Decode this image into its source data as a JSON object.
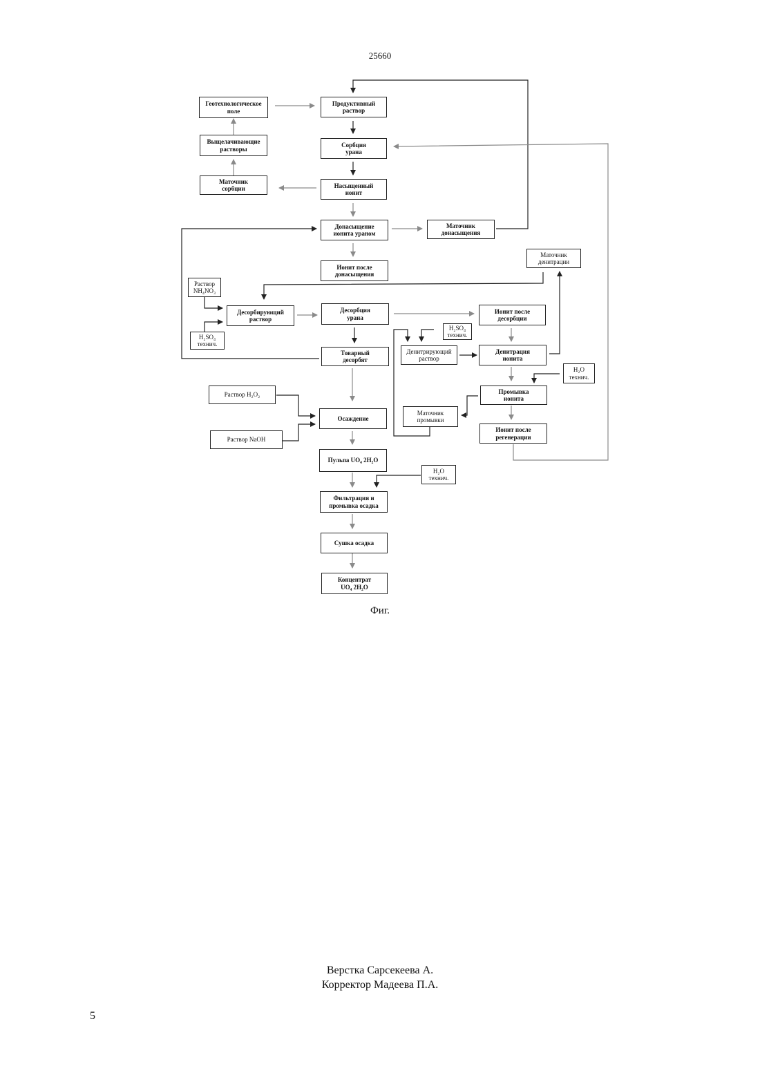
{
  "page": {
    "patent_number": "25660",
    "figure_caption": "Фиг.",
    "credit_layout": "Верстка Сарсекеева А.",
    "credit_corrector": "Корректор Мадеева П.А.",
    "page_number": "5"
  },
  "diagram": {
    "nodes": {
      "geo_field": "Геотехнологическое\nполе",
      "leach_solutions": "Выщелачивающие\nрастворы",
      "sorption_mother": "Маточник\nсорбции",
      "product_solution": "Продуктивный\nраствор",
      "uranium_sorption": "Сорбция\nурана",
      "saturated_ionite": "Насыщенный\nионит",
      "resaturation": "Донасыщение\nионита ураном",
      "resaturation_mother": "Маточник\nдонасыщения",
      "ionite_after_resat": "Ионит после\nдонасыщения",
      "denitration_mother": "Маточник\nденитрации",
      "nh4no3_solution": "Раствор\nNH₄NO₃",
      "h2so4_tech_left": "H₂SO₄\nтехнич.",
      "desorbing_solution": "Десорбирующий\nраствор",
      "uranium_desorption": "Десорбция\nурана",
      "ionite_after_desorption": "Ионит после\nдесорбции",
      "h2so4_tech_right": "H₂SO₄\nтехнич.",
      "denitrating_solution": "Денитрирующий\nраствор",
      "ionite_denitration": "Денитрация\nионита",
      "commercial_desorbate": "Товарный\nдесорбят",
      "h2o_tech_right": "H₂O\nтехнич.",
      "ionite_washing": "Промывка\nионита",
      "washing_mother": "Маточник\nпромывки",
      "ionite_after_regen": "Ионит после\nрегенерации",
      "h2o2_solution": "Раствор H₂O₂",
      "naoh_solution": "Раствор NaOH",
      "precipitation": "Осаждение",
      "uo4_pulp": "Пульпа UO₄ 2H₂O",
      "h2o_tech_bottom": "H₂O\nтехнич.",
      "filtration_washing": "Фильтрация и\nпромывка осадка",
      "drying": "Сушка осадка",
      "concentrate": "Концентрат\nUO₄ 2H₂O"
    },
    "colors": {
      "dark_arrow": "#222222",
      "gray_arrow": "#8a8a8a"
    }
  }
}
